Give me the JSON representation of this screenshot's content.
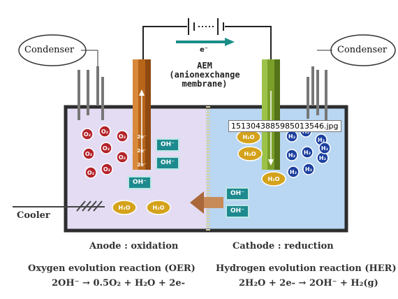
{
  "condenser_left": "Condenser",
  "condenser_right": "Condenser",
  "electron_label": "e⁻",
  "aem_label": [
    "AEM",
    "(anionexchange",
    "membrane)"
  ],
  "cooler": "Cooler",
  "tooltip": "1513043885985013546.jpg",
  "anode": {
    "title": "Anode : oxidation",
    "reaction": "Oxygen evolution reaction (OER)",
    "equation": "2OH⁻ → 0.5O₂ + H₂O + 2e-"
  },
  "cathode": {
    "title": "Cathode : reduction",
    "reaction": "Hydrogen evolution reaction (HER)",
    "equation": "2H₂O + 2e- → 2OH⁻ + H₂(g)"
  },
  "ions": {
    "oh_label": "OH⁻",
    "h2o_label": "H₂O",
    "o2_label": "O₂",
    "h2_label": "H₂",
    "electron_short": "2e⁻"
  },
  "colors": {
    "anode_bg": "#e3dcf3",
    "cathode_bg": "#b9d6f2",
    "anode_electrode": "#b8651a",
    "cathode_electrode": "#7aa02a",
    "oxygen": "#b3232a",
    "hydrogen": "#1b3f9e",
    "water": "#d4a21b",
    "hydroxide": "#1d8a8e"
  }
}
